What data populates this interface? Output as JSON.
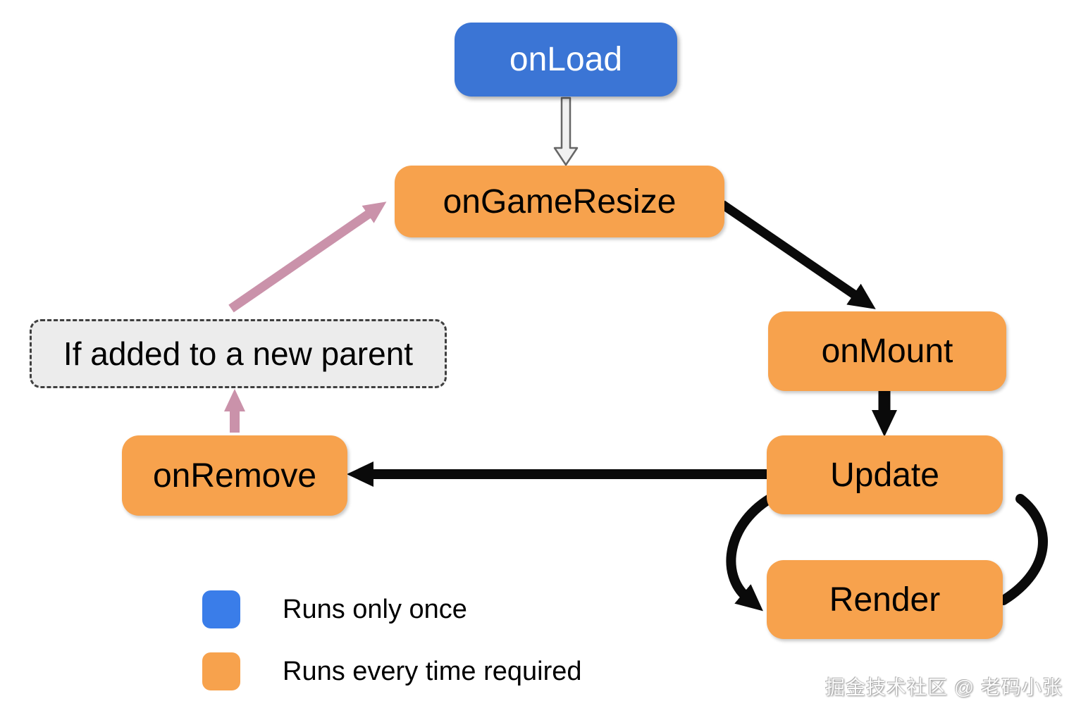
{
  "diagram": {
    "nodes": {
      "onload": {
        "label": "onLoad",
        "type": "runs-only-once"
      },
      "ongameresize": {
        "label": "onGameResize",
        "type": "runs-every-time-required"
      },
      "onmount": {
        "label": "onMount",
        "type": "runs-every-time-required"
      },
      "update": {
        "label": "Update",
        "type": "runs-every-time-required"
      },
      "render": {
        "label": "Render",
        "type": "runs-every-time-required"
      },
      "onremove": {
        "label": "onRemove",
        "type": "runs-every-time-required"
      },
      "condition": {
        "label": "If added to a new parent",
        "type": "condition-note"
      }
    },
    "edges": [
      {
        "from": "onLoad",
        "to": "onGameResize",
        "style": "hollow-gray-arrow"
      },
      {
        "from": "onGameResize",
        "to": "onMount",
        "style": "thick-black-arrow"
      },
      {
        "from": "onMount",
        "to": "Update",
        "style": "thick-black-arrow"
      },
      {
        "from": "Update",
        "to": "Render",
        "style": "black-loop-arrow"
      },
      {
        "from": "Render",
        "to": "Update",
        "style": "black-loop-arrow"
      },
      {
        "from": "Update",
        "to": "onRemove",
        "style": "thick-black-arrow"
      },
      {
        "from": "onRemove",
        "to": "If added to a new parent",
        "style": "pink-arrow"
      },
      {
        "from": "If added to a new parent",
        "to": "onGameResize",
        "style": "pink-arrow"
      }
    ]
  },
  "legend": {
    "items": [
      {
        "label": "Runs only once",
        "swatch_color": "#3a7de9"
      },
      {
        "label": "Runs every time required",
        "swatch_color": "#f7a24d"
      }
    ]
  },
  "watermark": "掘金技术社区 @ 老码小张",
  "colors": {
    "runs_once_blue": "#3b75d5",
    "runs_every_orange": "#f7a24d",
    "arrow_black": "#0a0a0a",
    "arrow_pink": "#ca92aa",
    "condition_bg": "#ececec",
    "background": "#ffffff"
  }
}
